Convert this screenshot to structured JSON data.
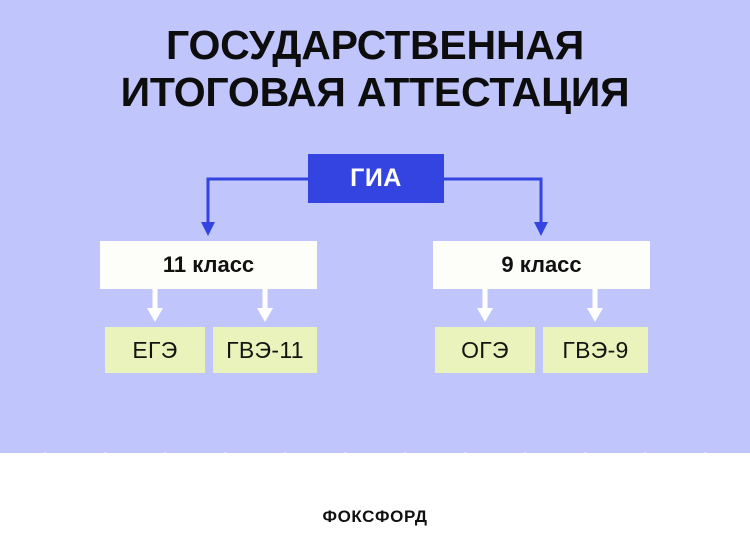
{
  "poster": {
    "title_line1": "ГОСУДАРСТВЕННАЯ",
    "title_line2": "ИТОГОВАЯ АТТЕСТАЦИЯ",
    "footer_logo": "ФОКСФОРД",
    "background_color": "#c0c5fc",
    "title_color": "#0d0d0d"
  },
  "diagram": {
    "root": {
      "label": "ГИА",
      "box_color": "#3344e0",
      "text_color": "#ffffff"
    },
    "branches": [
      {
        "label": "11 класс",
        "box_color": "#fdfdfa",
        "text_color": "#111111",
        "exams": [
          {
            "label": "ЕГЭ",
            "box_color": "#e9f3bb"
          },
          {
            "label": "ГВЭ-11",
            "box_color": "#e9f3bb"
          }
        ]
      },
      {
        "label": "9 класс",
        "box_color": "#fdfdfa",
        "text_color": "#111111",
        "exams": [
          {
            "label": "ОГЭ",
            "box_color": "#e9f3bb"
          },
          {
            "label": "ГВЭ-9",
            "box_color": "#e9f3bb"
          }
        ]
      }
    ],
    "connector_color_primary": "#3344e0",
    "connector_color_secondary": "#ffffff"
  }
}
